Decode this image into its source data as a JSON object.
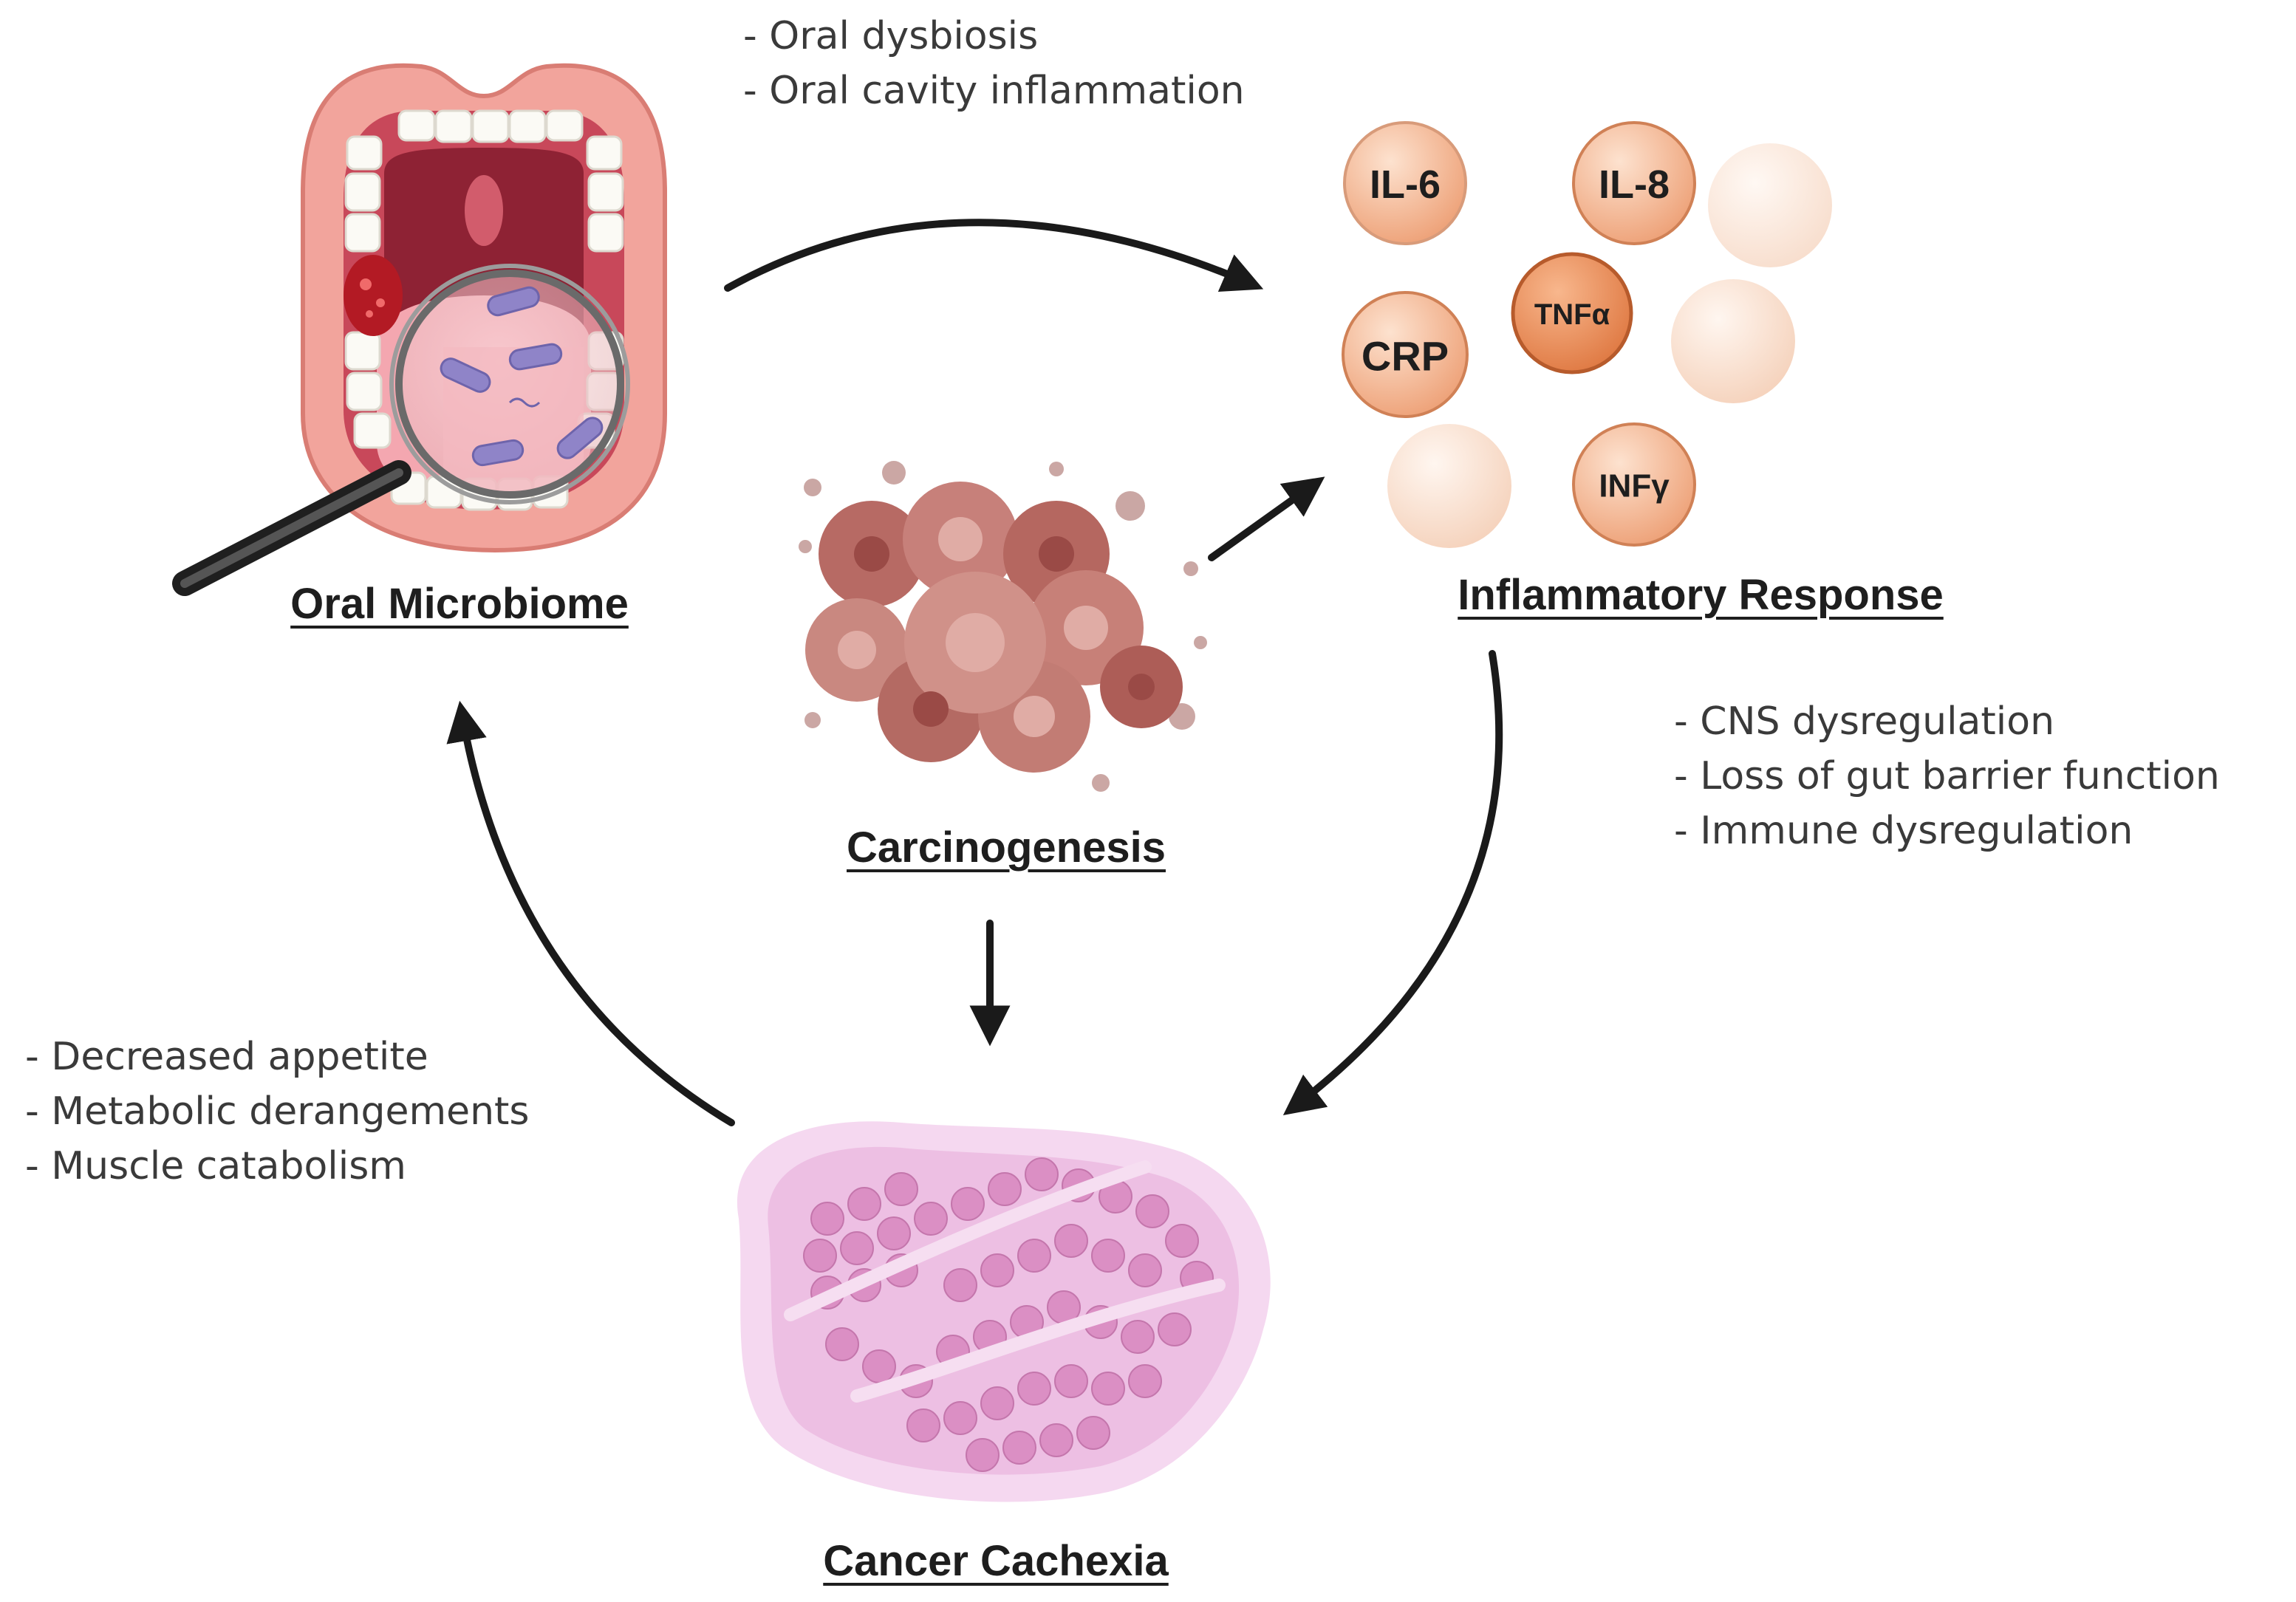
{
  "nodes": {
    "oral_microbiome": "Oral Microbiome",
    "inflammatory_response": "Inflammatory Response",
    "carcinogenesis": "Carcinogenesis",
    "cancer_cachexia": "Cancer Cachexia"
  },
  "notes": {
    "top": [
      "- Oral dysbiosis",
      "- Oral cavity inflammation"
    ],
    "right": [
      "- CNS dysregulation",
      "- Loss of gut barrier function",
      "- Immune dysregulation"
    ],
    "left": [
      "- Decreased appetite",
      "- Metabolic derangements",
      "- Muscle catabolism"
    ]
  },
  "cytokines": [
    "IL-6",
    "IL-8",
    "CRP",
    "TNFα",
    "INFγ"
  ],
  "icons": [
    "open-mouth-icon",
    "magnifying-glass-icon",
    "bacteria-icon",
    "tumor-cell-cluster-icon",
    "cytokine-cells-icon",
    "muscle-tissue-icon"
  ],
  "colors": {
    "arrow": "#1a1a1a",
    "mouth": "#f2a49c",
    "cytokine_light": "#f8dccb",
    "cytokine_dark": "#ef9f70",
    "tumor": "#c98078",
    "muscle": "#e6a2d0"
  }
}
